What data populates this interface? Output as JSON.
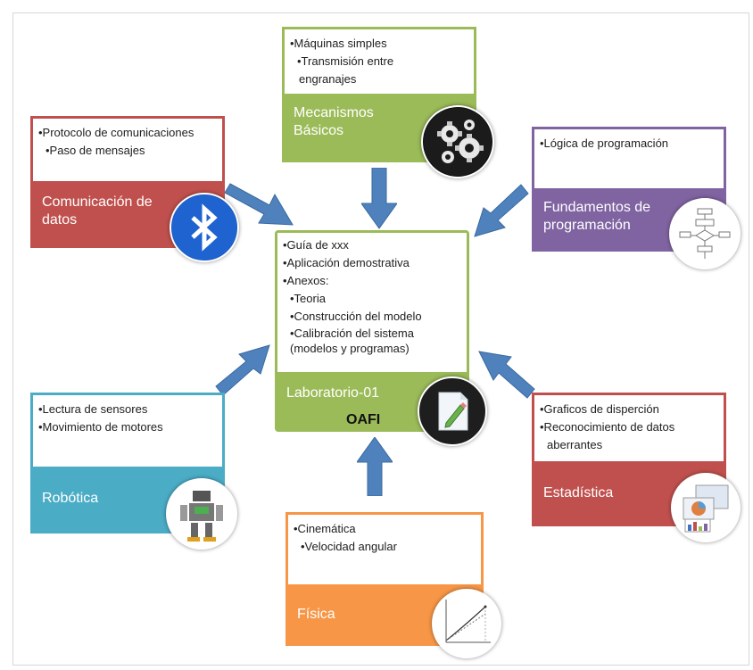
{
  "colors": {
    "red": "#c0504d",
    "green": "#9bbb59",
    "purple": "#8064a2",
    "teal": "#4bacc6",
    "orange": "#f79646",
    "arrow": "#4f81bd"
  },
  "mecanismos": {
    "items": [
      "•Máquinas simples",
      "•Transmisión entre",
      "engranajes"
    ],
    "title_line1": "Mecanismos",
    "title_line2": "Básicos",
    "icon": "gears-icon"
  },
  "comunicacion": {
    "items": [
      "•Protocolo de comunicaciones",
      "•Paso de mensajes"
    ],
    "title_line1": "Comunicación de",
    "title_line2": "datos",
    "icon": "bluetooth-icon"
  },
  "fundamentos": {
    "items": [
      "•Lógica de programación"
    ],
    "title_line1": "Fundamentos de",
    "title_line2": "programación",
    "icon": "flowchart-icon"
  },
  "laboratorio": {
    "items": [
      "•Guía de xxx",
      "•Aplicación demostrativa",
      "•Anexos:",
      "•Teoria",
      "•Construcción del modelo",
      "•Calibración del sistema",
      "(modelos y programas)"
    ],
    "title": "Laboratorio-01",
    "subtitle": "OAFI",
    "icon": "document-pencil-icon"
  },
  "robotica": {
    "items": [
      "•Lectura de sensores",
      "•Movimiento de motores"
    ],
    "title": "Robótica",
    "icon": "robot-icon"
  },
  "estadistica": {
    "items": [
      "•Graficos de disperción",
      "•Reconocimiento de datos",
      "aberrantes"
    ],
    "title": "Estadística",
    "icon": "charts-icon"
  },
  "fisica": {
    "items": [
      "•Cinemática",
      "•Velocidad angular"
    ],
    "title": "Física",
    "icon": "graph-plot-icon"
  }
}
